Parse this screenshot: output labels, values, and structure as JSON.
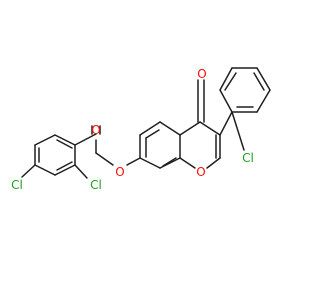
{
  "diagram": {
    "type": "chemical-structure",
    "colors": {
      "bond": "#1f1f1f",
      "oxygen": "#ff0d0d",
      "chlorine": "#1fa01f"
    },
    "atoms": [
      {
        "id": "o_carbonyl_ester",
        "element": "O",
        "label": "O"
      },
      {
        "id": "o_ester",
        "element": "O",
        "label": "O"
      },
      {
        "id": "o_ketone",
        "element": "O",
        "label": "O"
      },
      {
        "id": "o_ring",
        "element": "O",
        "label": "O"
      },
      {
        "id": "cl_phenyl",
        "element": "Cl",
        "label": "Cl"
      },
      {
        "id": "cl_para",
        "element": "Cl",
        "label": "Cl"
      },
      {
        "id": "cl_ortho",
        "element": "Cl",
        "label": "Cl"
      }
    ]
  }
}
